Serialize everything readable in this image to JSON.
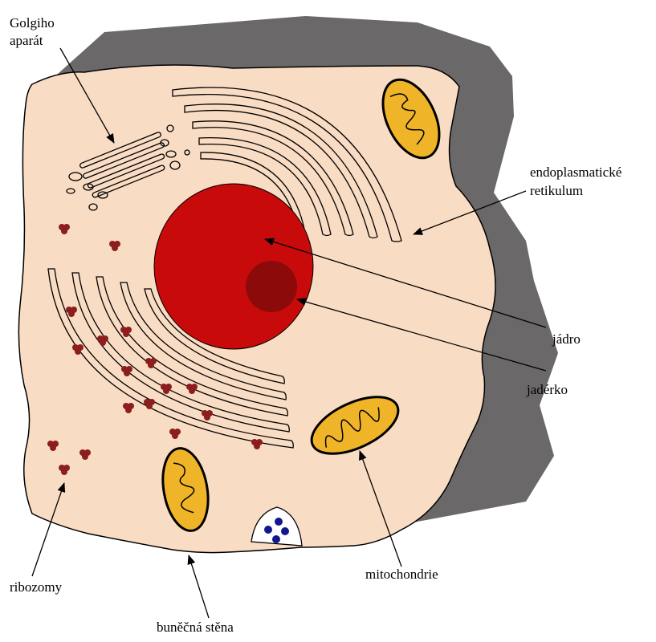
{
  "labels": {
    "golgi_line1": "Golgiho",
    "golgi_line2": "aparát",
    "er_line1": "endoplasmatické",
    "er_line2": "retikulum",
    "nucleus": "jádro",
    "nucleolus": "jadérko",
    "mitochondria": "mitochondrie",
    "ribosomes": "ribozomy",
    "cell_wall": "buněčná stěna"
  },
  "colors": {
    "cytoplasm": "#f9dcc4",
    "wall_shadow": "#6a6868",
    "nucleus": "#c80a0a",
    "nucleolus": "#8c0a0a",
    "mitochondrion": "#f0b428",
    "ribosome": "#8c1e1e",
    "vesicle_dots": "#10188c",
    "outline": "#000000"
  }
}
